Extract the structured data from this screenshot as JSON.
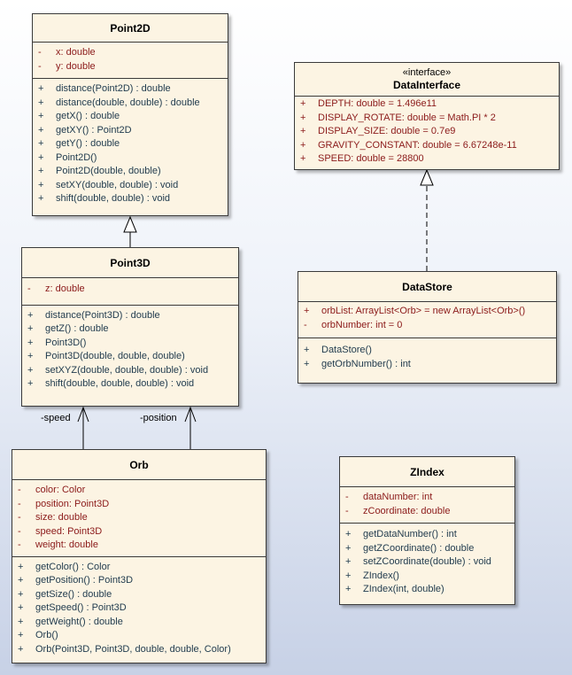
{
  "classes": {
    "point2d": {
      "name": "Point2D",
      "attributes": [
        {
          "vis": "-",
          "text": "x:  double"
        },
        {
          "vis": "-",
          "text": "y:  double"
        }
      ],
      "operations": [
        {
          "vis": "+",
          "text": "distance(Point2D) : double"
        },
        {
          "vis": "+",
          "text": "distance(double, double) : double"
        },
        {
          "vis": "+",
          "text": "getX() : double"
        },
        {
          "vis": "+",
          "text": "getXY() : Point2D"
        },
        {
          "vis": "+",
          "text": "getY() : double"
        },
        {
          "vis": "+",
          "text": "Point2D()"
        },
        {
          "vis": "+",
          "text": "Point2D(double, double)"
        },
        {
          "vis": "+",
          "text": "setXY(double, double) : void"
        },
        {
          "vis": "+",
          "text": "shift(double, double) : void"
        }
      ]
    },
    "point3d": {
      "name": "Point3D",
      "attributes": [
        {
          "vis": "-",
          "text": "z:  double"
        }
      ],
      "operations": [
        {
          "vis": "+",
          "text": "distance(Point3D) : double"
        },
        {
          "vis": "+",
          "text": "getZ() : double"
        },
        {
          "vis": "+",
          "text": "Point3D()"
        },
        {
          "vis": "+",
          "text": "Point3D(double, double, double)"
        },
        {
          "vis": "+",
          "text": "setXYZ(double, double, double) : void"
        },
        {
          "vis": "+",
          "text": "shift(double, double, double) : void"
        }
      ]
    },
    "orb": {
      "name": "Orb",
      "attributes": [
        {
          "vis": "-",
          "text": "color:  Color"
        },
        {
          "vis": "-",
          "text": "position:  Point3D"
        },
        {
          "vis": "-",
          "text": "size:  double"
        },
        {
          "vis": "-",
          "text": "speed:  Point3D"
        },
        {
          "vis": "-",
          "text": "weight:  double"
        }
      ],
      "operations": [
        {
          "vis": "+",
          "text": "getColor() : Color"
        },
        {
          "vis": "+",
          "text": "getPosition() : Point3D"
        },
        {
          "vis": "+",
          "text": "getSize() : double"
        },
        {
          "vis": "+",
          "text": "getSpeed() : Point3D"
        },
        {
          "vis": "+",
          "text": "getWeight() : double"
        },
        {
          "vis": "+",
          "text": "Orb()"
        },
        {
          "vis": "+",
          "text": "Orb(Point3D, Point3D, double, double, Color)"
        }
      ]
    },
    "datainterface": {
      "stereotype": "«interface»",
      "name": "DataInterface",
      "attributes": [
        {
          "vis": "+",
          "text": "DEPTH:  double = 1.496e11"
        },
        {
          "vis": "+",
          "text": "DISPLAY_ROTATE:  double = Math.PI * 2"
        },
        {
          "vis": "+",
          "text": "DISPLAY_SIZE:  double = 0.7e9"
        },
        {
          "vis": "+",
          "text": "GRAVITY_CONSTANT:  double = 6.67248e-11"
        },
        {
          "vis": "+",
          "text": "SPEED:  double = 28800"
        }
      ]
    },
    "datastore": {
      "name": "DataStore",
      "attributes": [
        {
          "vis": "+",
          "text": "orbList:  ArrayList<Orb> = new ArrayList<Orb>()"
        },
        {
          "vis": "-",
          "text": "orbNumber:  int = 0"
        }
      ],
      "operations": [
        {
          "vis": "+",
          "text": "DataStore()"
        },
        {
          "vis": "+",
          "text": "getOrbNumber() : int"
        }
      ]
    },
    "zindex": {
      "name": "ZIndex",
      "attributes": [
        {
          "vis": "-",
          "text": "dataNumber:  int"
        },
        {
          "vis": "-",
          "text": "zCoordinate:  double"
        }
      ],
      "operations": [
        {
          "vis": "+",
          "text": "getDataNumber() : int"
        },
        {
          "vis": "+",
          "text": "getZCoordinate() : double"
        },
        {
          "vis": "+",
          "text": "setZCoordinate(double) : void"
        },
        {
          "vis": "+",
          "text": "ZIndex()"
        },
        {
          "vis": "+",
          "text": "ZIndex(int, double)"
        }
      ]
    }
  },
  "associations": {
    "speed": "-speed",
    "position": "-position"
  }
}
